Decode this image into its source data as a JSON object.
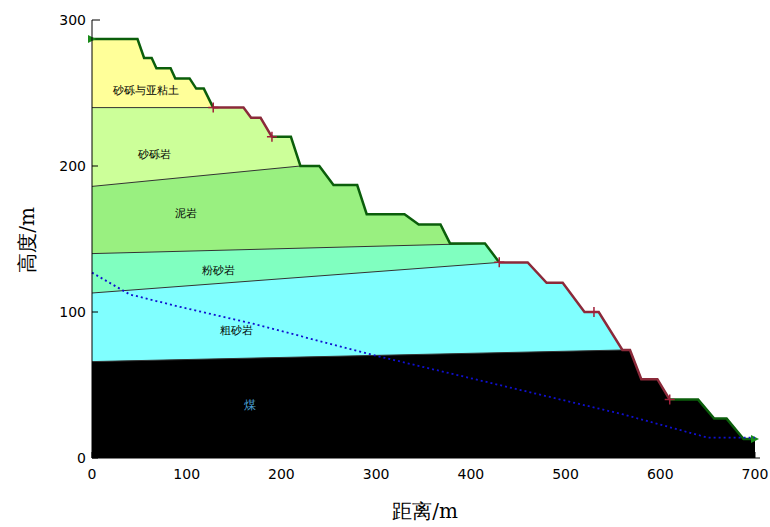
{
  "diagram": {
    "labels": [
      "300",
      "200",
      "100",
      "0",
      "0",
      "100",
      "200",
      "300",
      "400",
      "500",
      "600",
      "700",
      "高度/m",
      "距离/m",
      "砂砾与亚粘土",
      "砂砾岩",
      "泥岩",
      "粉砂岩",
      "粗砂岩",
      "煤"
    ]
  }
}
